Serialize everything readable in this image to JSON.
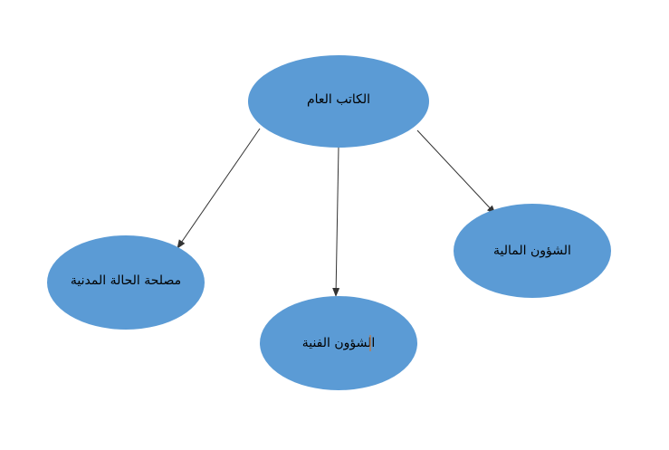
{
  "diagram": {
    "nodes": [
      {
        "id": "top",
        "label": "الكاتب العام"
      },
      {
        "id": "right",
        "label": "الشؤون المالية"
      },
      {
        "id": "bottom",
        "label": "الشؤون الفنية"
      },
      {
        "id": "left",
        "label": "مصلحة الحالة المدنية"
      }
    ],
    "edges": [
      {
        "from": "top",
        "to": "left"
      },
      {
        "from": "top",
        "to": "bottom"
      },
      {
        "from": "top",
        "to": "right"
      }
    ]
  },
  "colors": {
    "node_fill": "#5b9bd5",
    "edge": "#333333",
    "text": "#000000"
  }
}
